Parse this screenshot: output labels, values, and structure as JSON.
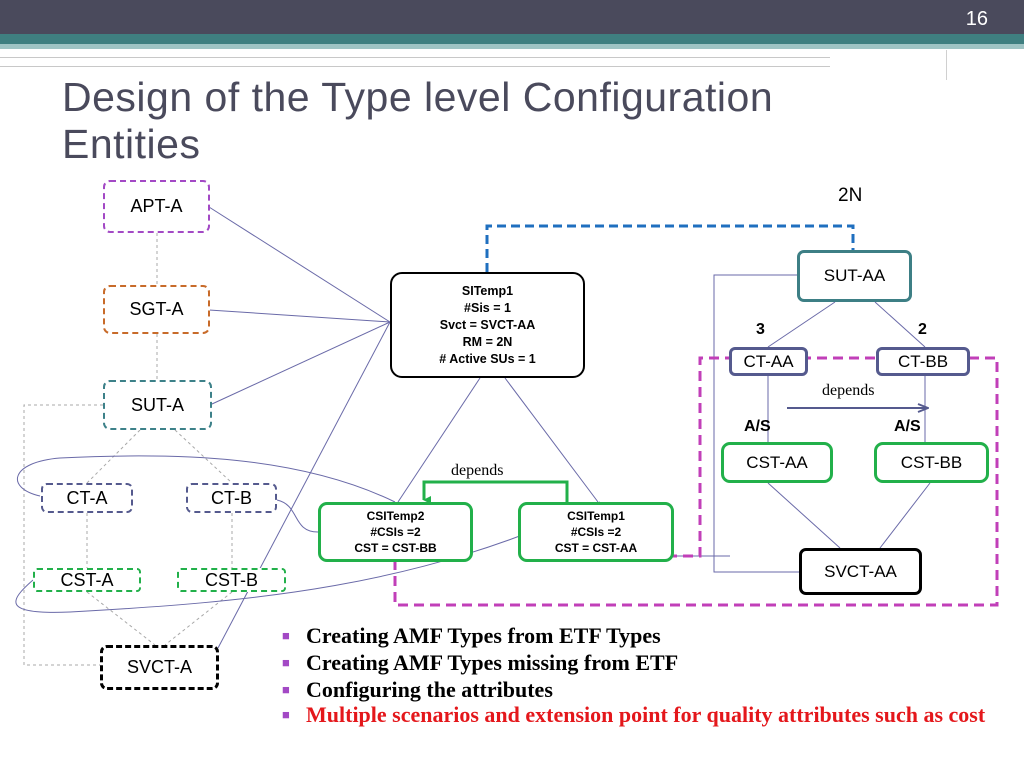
{
  "slide": {
    "number": "16",
    "title": "Design of the Type level Configuration Entities"
  },
  "diagram": {
    "left_nodes": {
      "apt_a": "APT-A",
      "sgt_a": "SGT-A",
      "sut_a": "SUT-A",
      "ct_a": "CT-A",
      "ct_b": "CT-B",
      "cst_a": "CST-A",
      "cst_b": "CST-B",
      "svct_a": "SVCT-A"
    },
    "sitemp1": [
      "SITemp1",
      "#Sis = 1",
      "Svct = SVCT-AA",
      "RM = 2N",
      "# Active SUs  = 1"
    ],
    "csitemp2": [
      "CSITemp2",
      "#CSIs =2",
      "CST = CST-BB"
    ],
    "csitemp1": [
      "CSITemp1",
      "#CSIs =2",
      "CST = CST-AA"
    ],
    "middle_depends": "depends",
    "right_nodes": {
      "redundancy_model": "2N",
      "sut_aa": "SUT-AA",
      "ct_aa": "CT-AA",
      "ct_bb": "CT-BB",
      "cst_aa": "CST-AA",
      "cst_bb": "CST-BB",
      "svct_aa": "SVCT-AA",
      "count_ct_aa": "3",
      "count_ct_bb": "2",
      "role_left": "A/S",
      "role_right": "A/S",
      "depends": "depends"
    },
    "colors": {
      "purple_dash": "#a349c5",
      "blue_dash": "#1f6fbf",
      "green": "#22b04a",
      "teal": "#3d7f85",
      "slate": "#555a8e",
      "connector": "#5a5a9a"
    }
  },
  "bullets": [
    {
      "text": "Creating AMF Types from ETF Types",
      "color": "#000000"
    },
    {
      "text": "Creating AMF Types missing from ETF",
      "color": "#000000"
    },
    {
      "text": "Configuring the attributes",
      "color": "#000000"
    },
    {
      "text": "Multiple scenarios and extension point for quality attributes such as cost",
      "color": "#e4171b"
    }
  ]
}
